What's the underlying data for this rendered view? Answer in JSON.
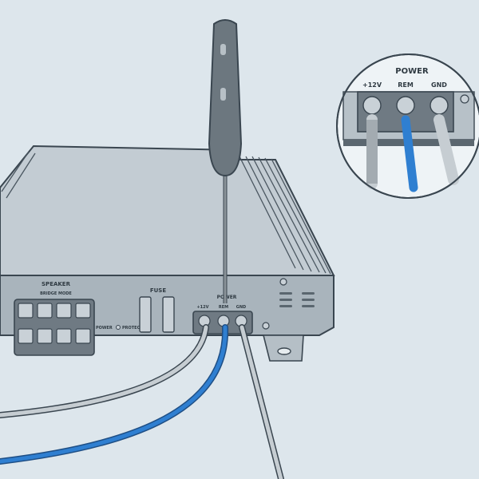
{
  "colors": {
    "background": "#dde6ec",
    "amp_top": "#c3ccd3",
    "amp_front": "#a9b4bc",
    "outline": "#3a4650",
    "terminal_block": "#6f7a83",
    "screw": "#c9d1d7",
    "blue_wire": "#2f7fd1",
    "gray_wire": "#c6cdd2",
    "screwdriver": "#8a9399"
  },
  "speaker_panel": {
    "title": "SPEAKER",
    "mode": "BRIDGE MODE"
  },
  "fuse_panel": {
    "title": "FUSE"
  },
  "status": {
    "power": "POWER",
    "protect": "PROTEC"
  },
  "power_terminal": {
    "title": "POWER",
    "labels": [
      "+12V",
      "REM",
      "GND"
    ]
  },
  "zoom_inset": {
    "title": "POWER",
    "labels": [
      "+12V",
      "REM",
      "GND"
    ]
  }
}
